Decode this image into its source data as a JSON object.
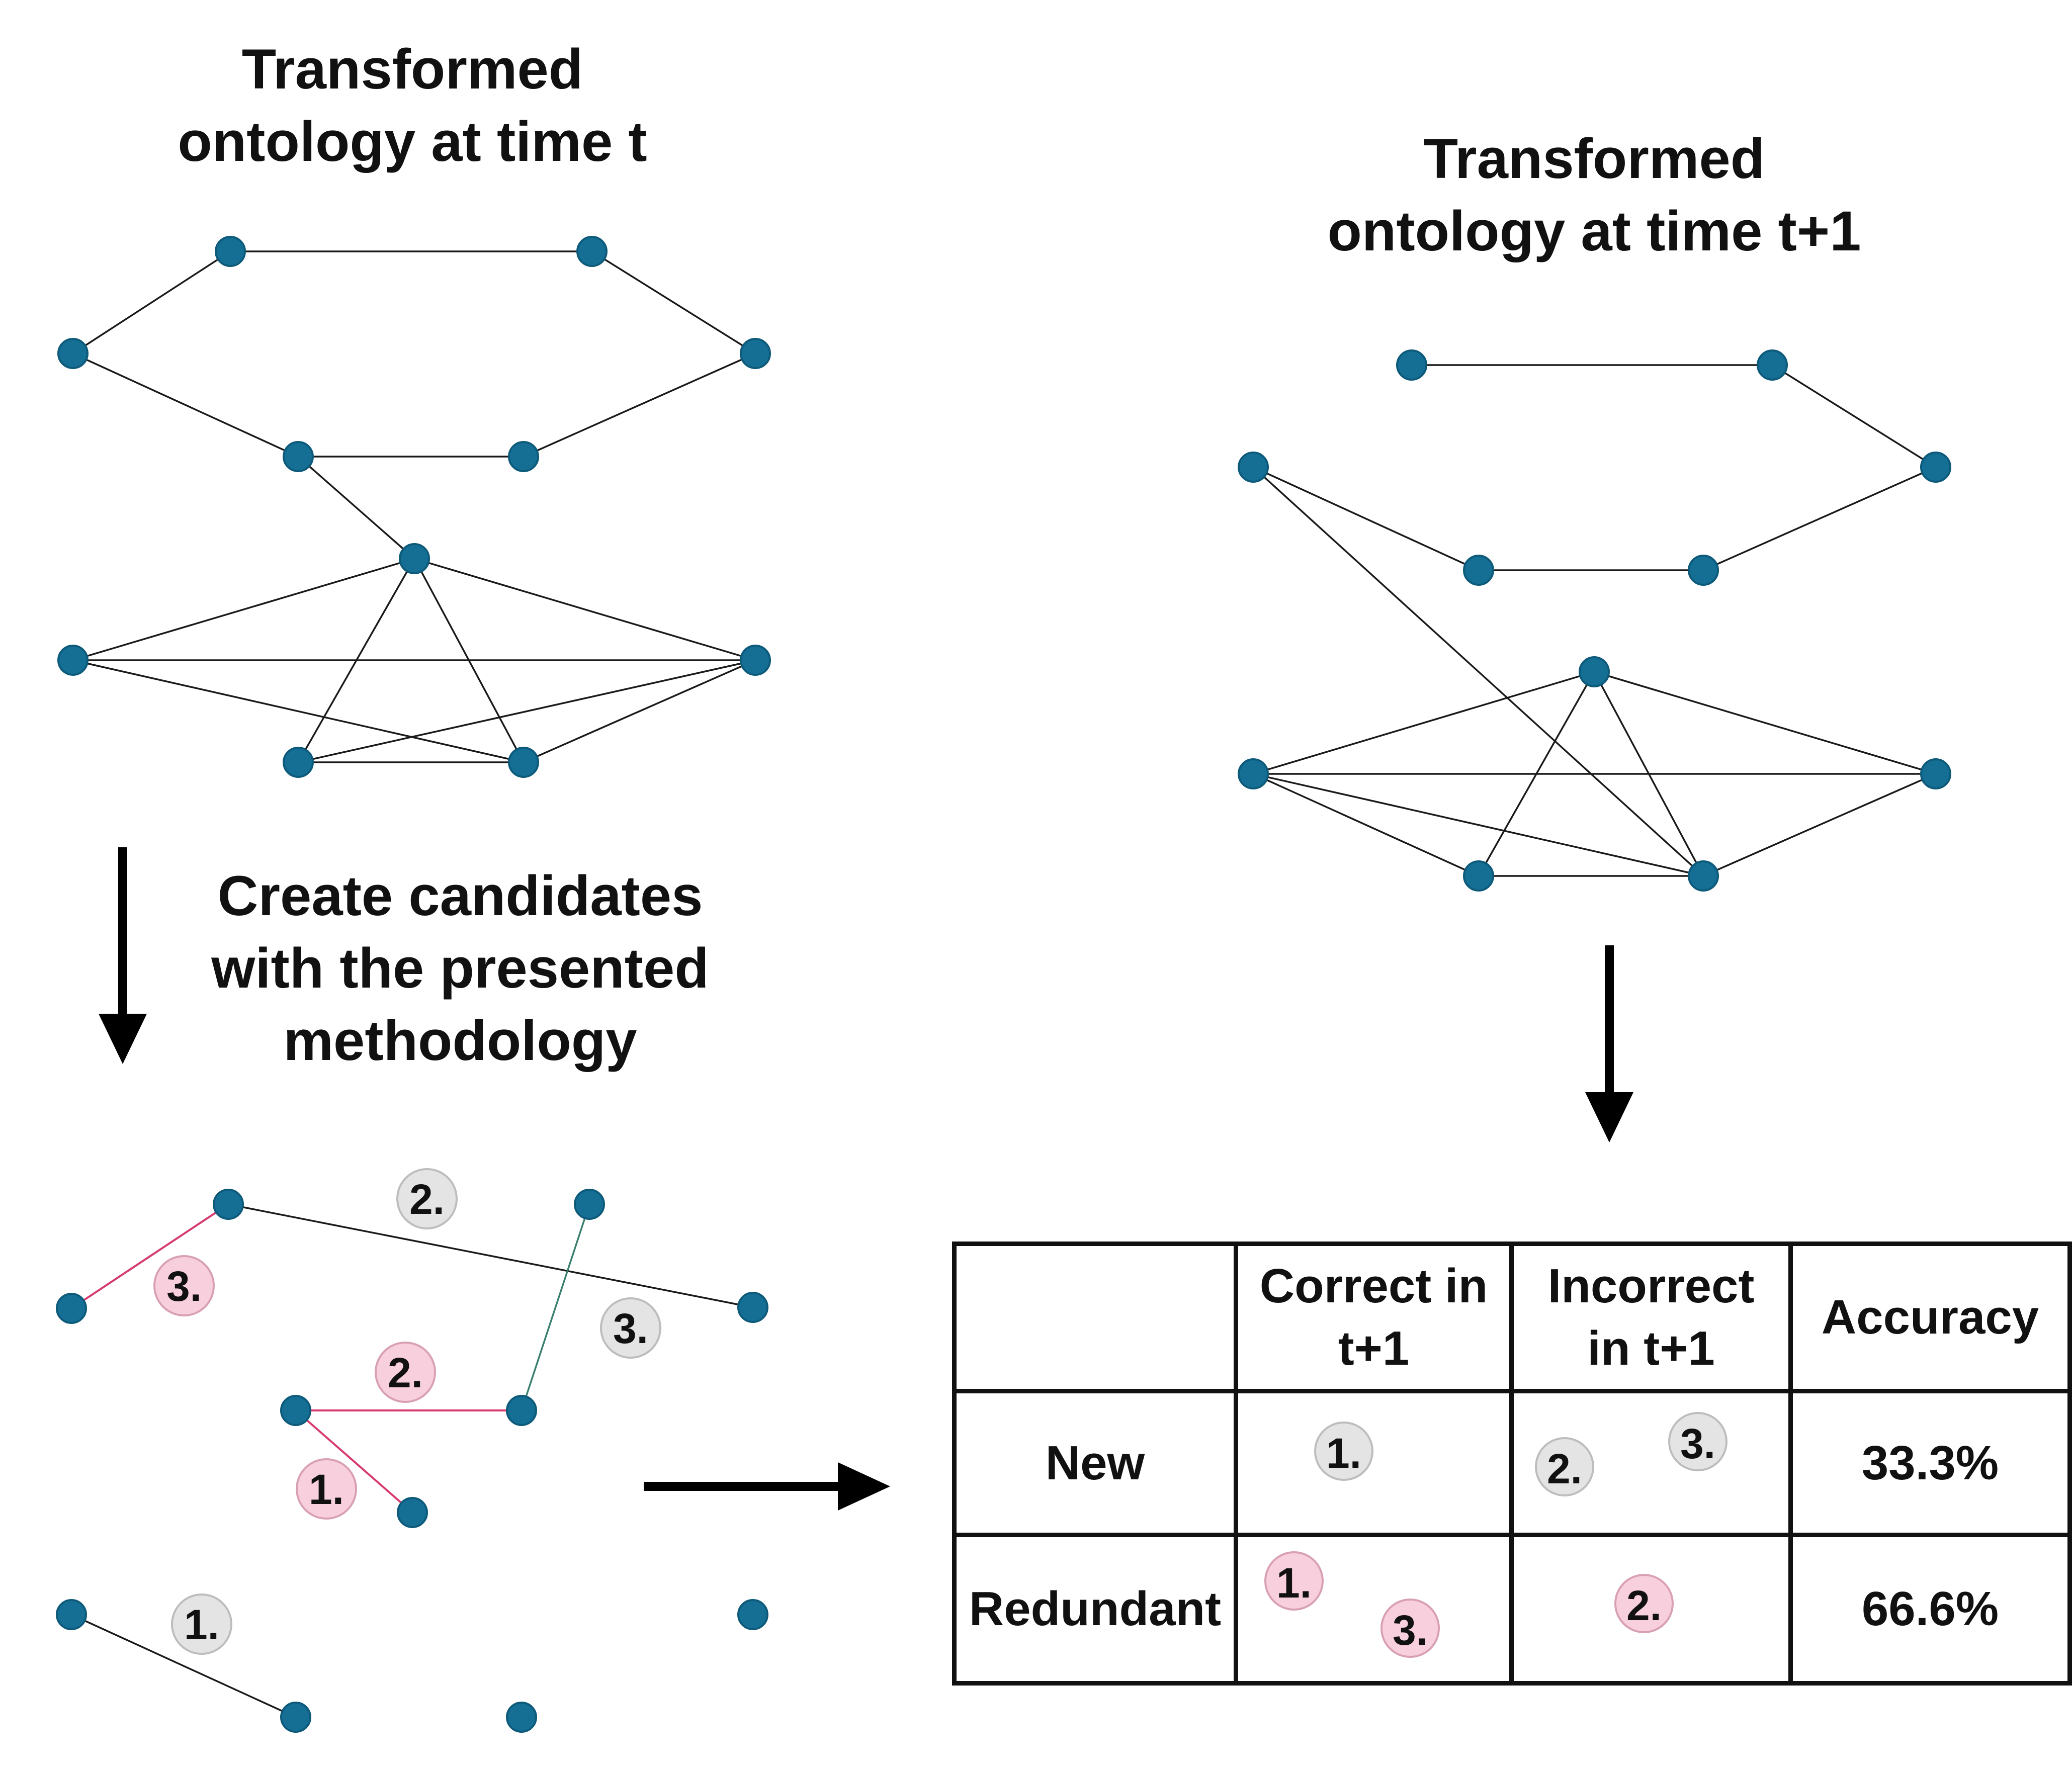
{
  "titles": {
    "left": "Transformed\nontology at time t",
    "right": "Transformed\nontology at time t+1",
    "step": "Create candidates\nwith the presented\nmethodology"
  },
  "badges": {
    "one": "1.",
    "two": "2.",
    "three": "3."
  },
  "table": {
    "headers": [
      "",
      "Correct in\nt+1",
      "Incorrect\nin t+1",
      "Accuracy"
    ],
    "rows": [
      {
        "label": "New",
        "accuracy": "33.3%"
      },
      {
        "label": "Redundant",
        "accuracy": "66.6%"
      }
    ]
  },
  "colors": {
    "node": "#156f94",
    "candidate_edge": "#d63a6e",
    "badge_gray": "#e4e4e4",
    "badge_pink": "#f8cfdc"
  }
}
